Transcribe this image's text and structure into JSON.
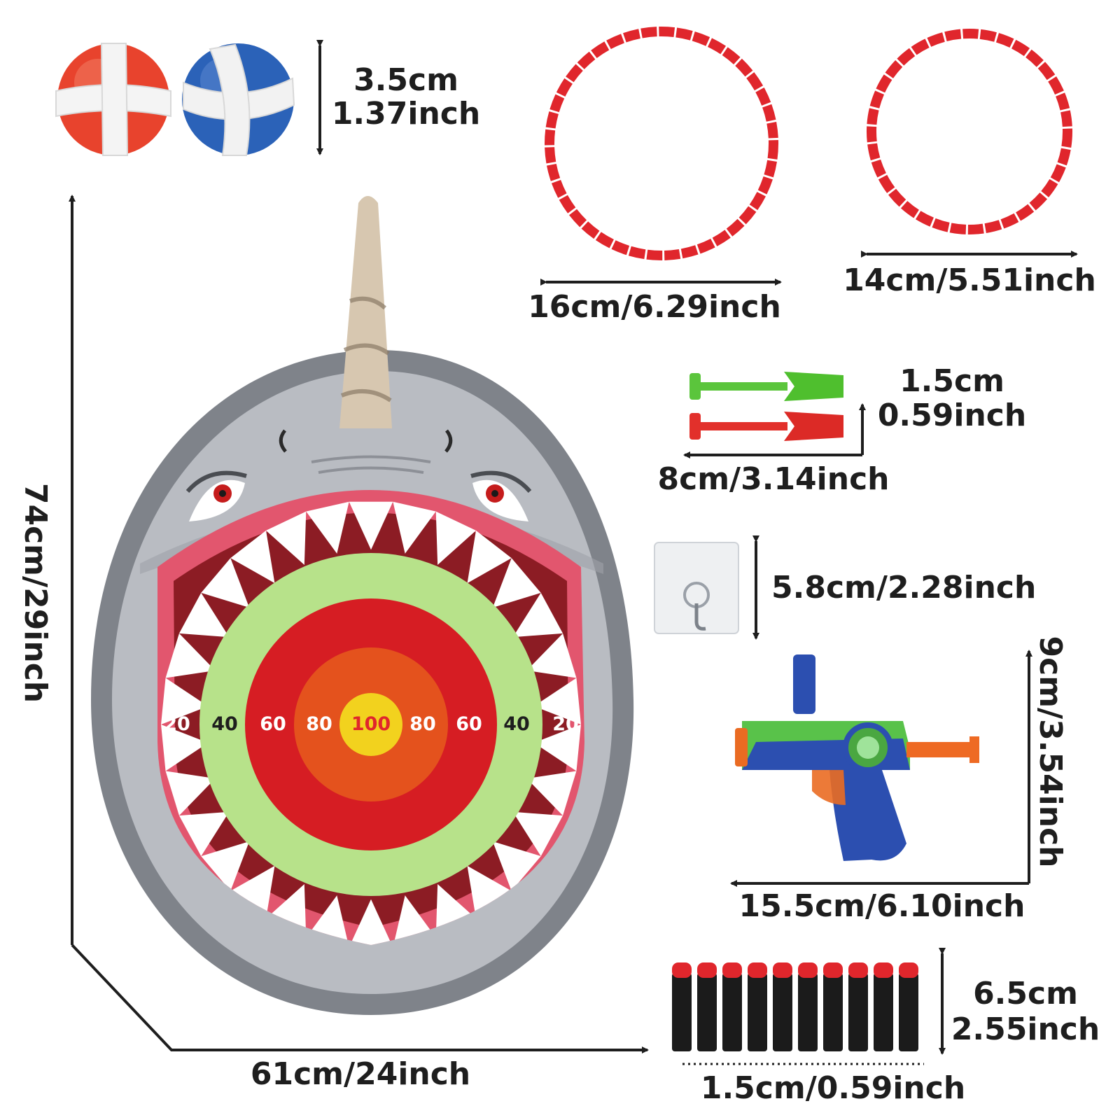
{
  "colors": {
    "shark_body": "#8a8d93",
    "shark_face": "#b9bcc2",
    "mouth_rim": "#e2566e",
    "mouth_inner": "#8c1c24",
    "teeth": "#ffffff",
    "ring_green": "#b7e28a",
    "ring_red": "#d61d23",
    "ring_orange": "#e4521d",
    "bullseye": "#f2d21e",
    "hoop_red": "#e0262c",
    "text": "#1e1e1e"
  },
  "items": {
    "balls": {
      "dim_cm": "3.5cm",
      "dim_in": "1.37inch"
    },
    "hoop_large": {
      "label": "16cm/6.29inch"
    },
    "hoop_small": {
      "label": "14cm/5.51inch"
    },
    "darts": {
      "width_cm": "1.5cm",
      "width_in": "0.59inch",
      "length": "8cm/3.14inch"
    },
    "hook": {
      "label": "5.8cm/2.28inch"
    },
    "gun": {
      "height": "9cm/3.54inch",
      "length": "15.5cm/6.10inch"
    },
    "foam_darts": {
      "count": 10,
      "height_cm": "6.5cm",
      "height_in": "2.55inch",
      "width": "1.5cm/0.59inch"
    },
    "dartboard": {
      "height": "74cm/29inch",
      "width": "61cm/24inch"
    }
  },
  "target": {
    "scores": [
      "20",
      "40",
      "60",
      "80",
      "100",
      "80",
      "60",
      "40",
      "20"
    ]
  }
}
